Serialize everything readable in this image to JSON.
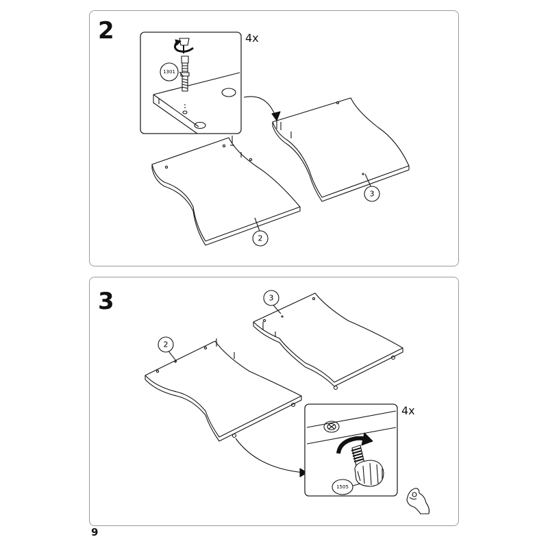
{
  "step2": {
    "number": "2",
    "quantity": "4x",
    "part_code": "1301",
    "board_labels": [
      "2",
      "3"
    ]
  },
  "step3": {
    "number": "3",
    "quantity": "4x",
    "part_code": "1505",
    "board_labels": [
      "2",
      "3"
    ]
  },
  "page_number": "9",
  "icons": [
    "screwdriver-rotate-icon",
    "cam-bolt-icon",
    "leveling-foot-icon",
    "rotate-arrow-icon",
    "hand-icon"
  ]
}
